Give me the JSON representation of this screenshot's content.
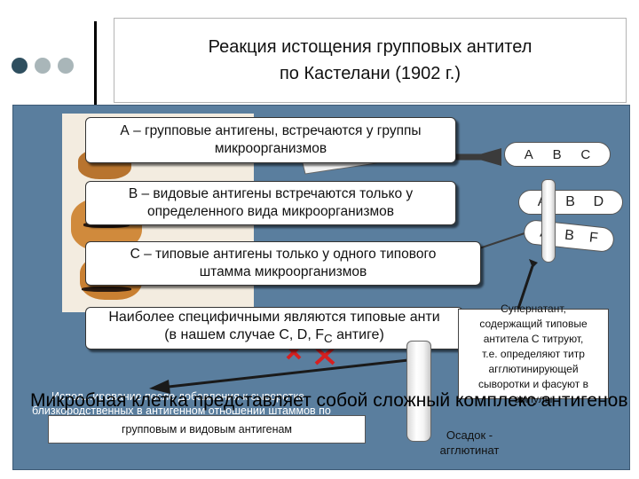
{
  "slide": {
    "title_line1": "Реакция истощения групповых антител",
    "title_line2": "по Кастелани  (1902 г.)"
  },
  "cards": {
    "a_line1": "А – групповые антигены, встречаются у группы",
    "a_line2": "микроорганизмов",
    "b_line1": "В – видовые антигены встречаются только у",
    "b_line2": "определенного вида микроорганизмов",
    "c_line1": "С – типовые антигены только у одного типового",
    "c_line2": "штамма микроорганизмов",
    "specific_line1": "Наиболее специфичными являются типовые анти",
    "specific_line2_a": "(в нашем случае  С, D, F",
    "specific_line2_b": "C",
    "specific_line2_c": " антиге",
    "specific_line2_d": ")"
  },
  "pills": {
    "p1": [
      "А",
      "В",
      "С"
    ],
    "p2": [
      "А",
      "В",
      "D"
    ],
    "p3": [
      "А",
      "В",
      "F"
    ]
  },
  "supernatant": {
    "l1": "Супернатант,",
    "l2": "содержащий типовые",
    "l3": "антитела С титруют,",
    "l4": "т.е. определяют титр",
    "l5": "агглютинирующей",
    "l6": "сыворотки и фасуют в",
    "l7": "ампулы"
  },
  "ghost_text": {
    "l1": "Испол...ирование после добавления к сыворотке",
    "l2": "близкородственных в антигенном отношении штаммов по"
  },
  "main_statement": "Микробная клетка представляет собой сложный комплекс антигенов",
  "bottom_box": "групповым и видовым антигенам",
  "sediment": {
    "l1": "Осадок -",
    "l2": "агглютинат"
  },
  "colors": {
    "panel": "#5a7e9e",
    "dot_dark": "#2f4f5f",
    "dot_light": "#a9b6b9",
    "cross": "#d62020"
  }
}
